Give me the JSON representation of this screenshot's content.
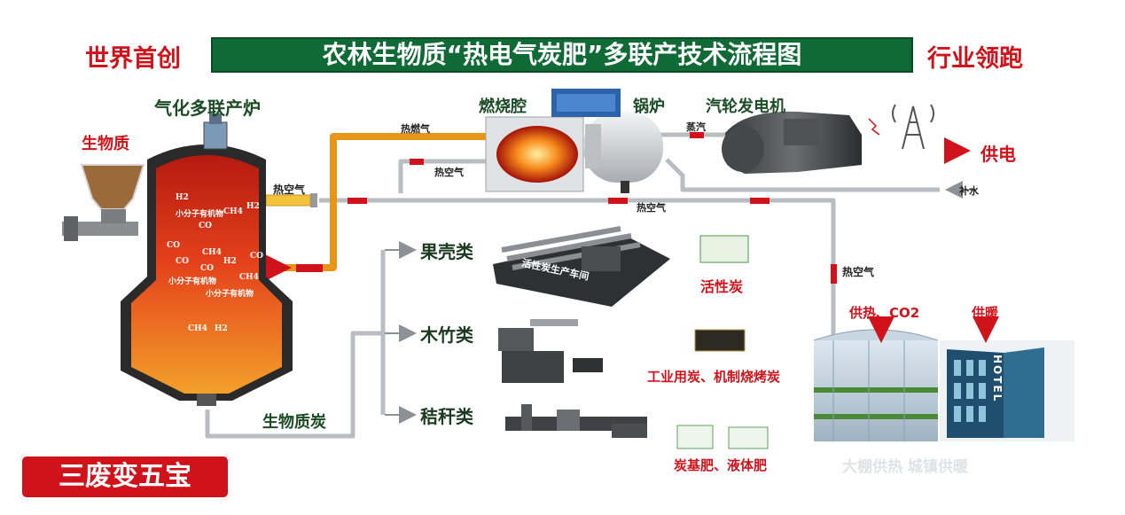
{
  "header": {
    "left_slogan": "世界首创",
    "title": "农林生物质“热电气炭肥”多联产技术流程图",
    "right_slogan": "行业领跑"
  },
  "reactor": {
    "title": "气化多联产炉",
    "feed_label": "生物质",
    "gas_labels": [
      "H2",
      "小分子有机物",
      "CH4",
      "H2",
      "CO",
      "CO",
      "CO",
      "CH4",
      "H2",
      "CO",
      "CO",
      "CH4",
      "小分子有机物",
      "小分子有机物",
      "CH4",
      "H2"
    ],
    "hot_air_in": "热空气",
    "char_out": "生物质炭"
  },
  "power": {
    "combustion": "燃烧腔",
    "boiler": "锅炉",
    "turbine": "汽轮发电机",
    "hot_gas": "热燃气",
    "hot_air_1": "热空气",
    "steam": "蒸汽",
    "hot_air_2": "热空气",
    "makeup_water": "补水",
    "power_out": "供电"
  },
  "products": {
    "categories": [
      "果壳类",
      "木竹类",
      "秸秆类"
    ],
    "workshop_sign": "活性炭生产车间",
    "activated_carbon": "活性炭",
    "industrial_carbon": "工业用炭、机制烧烤炭",
    "fertilizer": "炭基肥、液体肥"
  },
  "heating": {
    "hot_air_3": "热空气",
    "greenhouse_label": "供热、CO2",
    "heating_label": "供暖",
    "hotel_sign": "HOTEL",
    "bottom_caption": "大棚供热   城镇供暖"
  },
  "badge": "三废变五宝",
  "colors": {
    "accent_red": "#d0121b",
    "title_green": "#0f6a36",
    "pipe_orange": "#e8961a",
    "pipe_gray": "#b9bcc0"
  }
}
